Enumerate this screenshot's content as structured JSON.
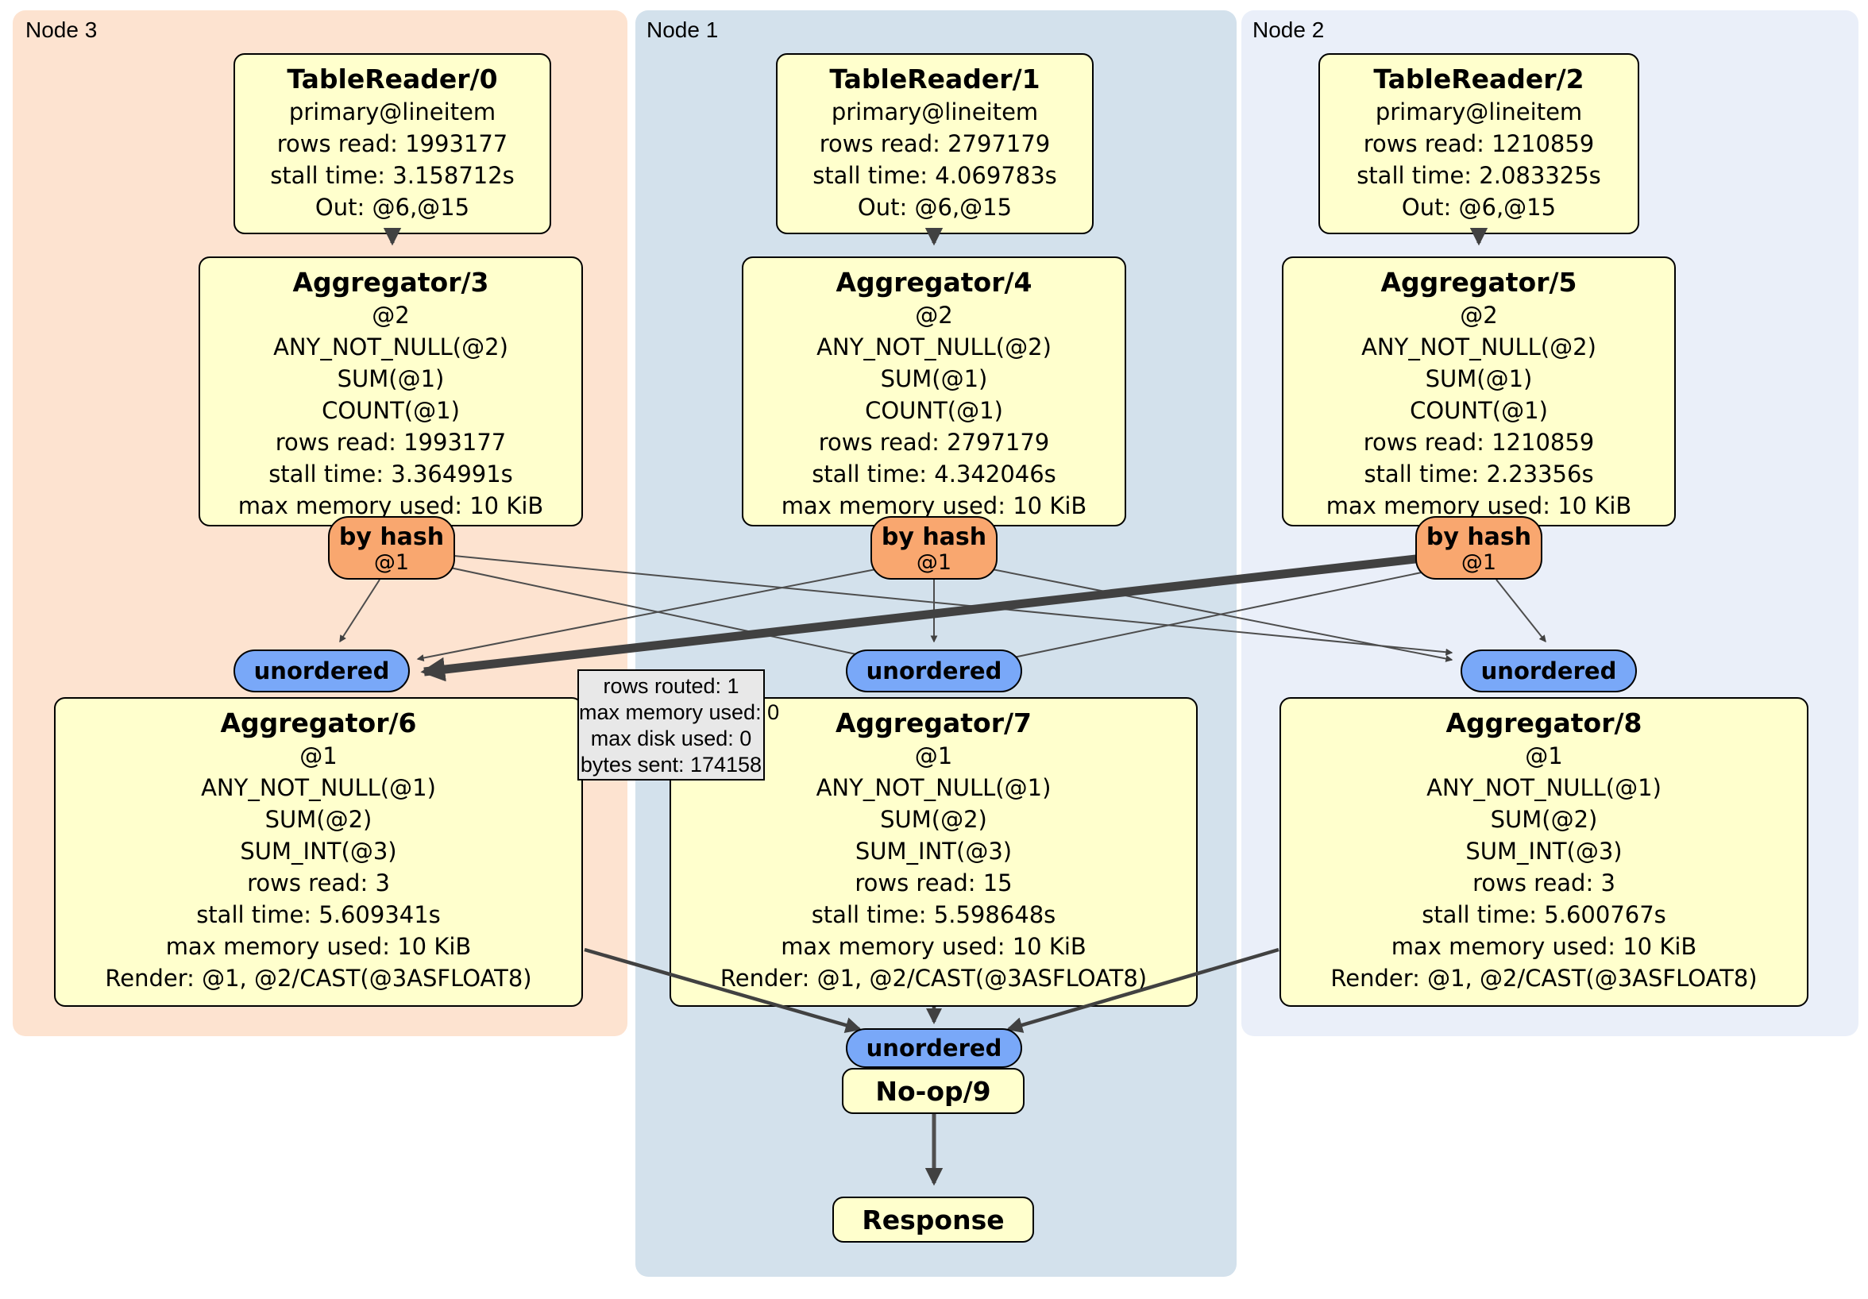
{
  "regions": [
    {
      "id": "node3",
      "label": "Node 3"
    },
    {
      "id": "node1",
      "label": "Node 1"
    },
    {
      "id": "node2",
      "label": "Node 2"
    }
  ],
  "operators": {
    "tr0": {
      "title": "TableReader/0",
      "lines": [
        "primary@lineitem",
        "rows read: 1993177",
        "stall time: 3.158712s",
        "Out: @6,@15"
      ]
    },
    "tr1": {
      "title": "TableReader/1",
      "lines": [
        "primary@lineitem",
        "rows read: 2797179",
        "stall time: 4.069783s",
        "Out: @6,@15"
      ]
    },
    "tr2": {
      "title": "TableReader/2",
      "lines": [
        "primary@lineitem",
        "rows read: 1210859",
        "stall time: 2.083325s",
        "Out: @6,@15"
      ]
    },
    "agg3": {
      "title": "Aggregator/3",
      "lines": [
        "@2",
        "ANY_NOT_NULL(@2)",
        "SUM(@1)",
        "COUNT(@1)",
        "rows read: 1993177",
        "stall time: 3.364991s",
        "max memory used: 10 KiB"
      ]
    },
    "agg4": {
      "title": "Aggregator/4",
      "lines": [
        "@2",
        "ANY_NOT_NULL(@2)",
        "SUM(@1)",
        "COUNT(@1)",
        "rows read: 2797179",
        "stall time: 4.342046s",
        "max memory used: 10 KiB"
      ]
    },
    "agg5": {
      "title": "Aggregator/5",
      "lines": [
        "@2",
        "ANY_NOT_NULL(@2)",
        "SUM(@1)",
        "COUNT(@1)",
        "rows read: 1210859",
        "stall time: 2.23356s",
        "max memory used: 10 KiB"
      ]
    },
    "agg6": {
      "title": "Aggregator/6",
      "lines": [
        "@1",
        "ANY_NOT_NULL(@1)",
        "SUM(@2)",
        "SUM_INT(@3)",
        "rows read: 3",
        "stall time: 5.609341s",
        "max memory used: 10 KiB",
        "Render: @1, @2/CAST(@3ASFLOAT8)"
      ]
    },
    "agg7": {
      "title": "Aggregator/7",
      "lines": [
        "@1",
        "ANY_NOT_NULL(@1)",
        "SUM(@2)",
        "SUM_INT(@3)",
        "rows read: 15",
        "stall time: 5.598648s",
        "max memory used: 10 KiB",
        "Render: @1, @2/CAST(@3ASFLOAT8)"
      ]
    },
    "agg8": {
      "title": "Aggregator/8",
      "lines": [
        "@1",
        "ANY_NOT_NULL(@1)",
        "SUM(@2)",
        "SUM_INT(@3)",
        "rows read: 3",
        "stall time: 5.600767s",
        "max memory used: 10 KiB",
        "Render: @1, @2/CAST(@3ASFLOAT8)"
      ]
    },
    "noop": {
      "title": "No-op/9"
    },
    "response": {
      "title": "Response"
    }
  },
  "router": {
    "label": "by hash",
    "sub": "@1"
  },
  "sync": {
    "label": "unordered"
  },
  "tooltip": {
    "lines": [
      "rows routed: 1",
      "max memory used: 0",
      "max disk used: 0",
      "bytes sent: 174158"
    ]
  },
  "colors": {
    "node3_bg": "#fde3d0",
    "node1_bg": "#d3e1ec",
    "node2_bg": "#eaeff9",
    "operator_bg": "#ffffcd",
    "router_bg": "#f9a76f",
    "sync_bg": "#79a8f8",
    "edge": "#414141",
    "tooltip_bg": "#e8e8e8"
  }
}
